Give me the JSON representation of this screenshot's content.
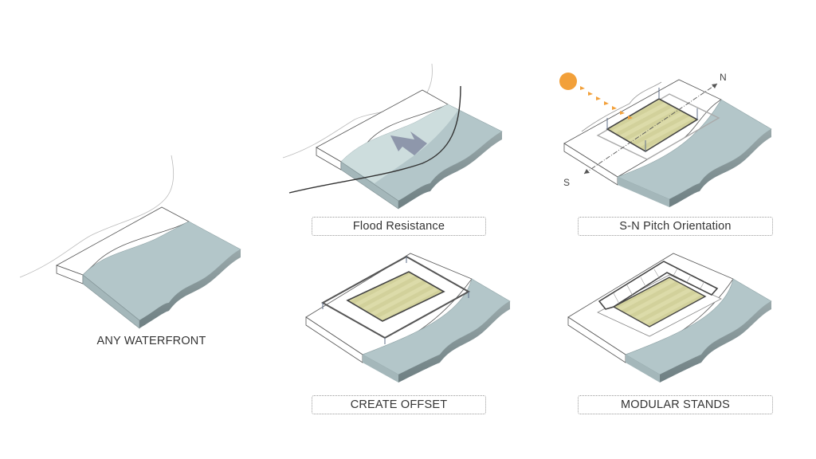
{
  "panels": [
    {
      "id": "any-waterfront",
      "label": "ANY WATERFRONT",
      "boxed": false
    },
    {
      "id": "flood-resistance",
      "label": "Flood Resistance",
      "boxed": true
    },
    {
      "id": "sn-pitch-orientation",
      "label": "S-N Pitch Orientation",
      "boxed": true
    },
    {
      "id": "create-offset",
      "label": "CREATE OFFSET",
      "boxed": true
    },
    {
      "id": "modular-stands",
      "label": "MODULAR STANDS",
      "boxed": true
    }
  ],
  "compass": {
    "north": "N",
    "south": "S"
  },
  "icons": {
    "sun": "sun-icon",
    "flow_arrow": "flood-flow-arrow-icon"
  },
  "colors": {
    "water": "#b3c6c9",
    "water_side": "#7d8e91",
    "land": "#ffffff",
    "outline": "#555555",
    "pitch": "#d9d8a6",
    "sun": "#f2a03a",
    "arrow": "#8e97ab",
    "frame": "#555555",
    "flood_overlay": "#cfe0e0"
  }
}
